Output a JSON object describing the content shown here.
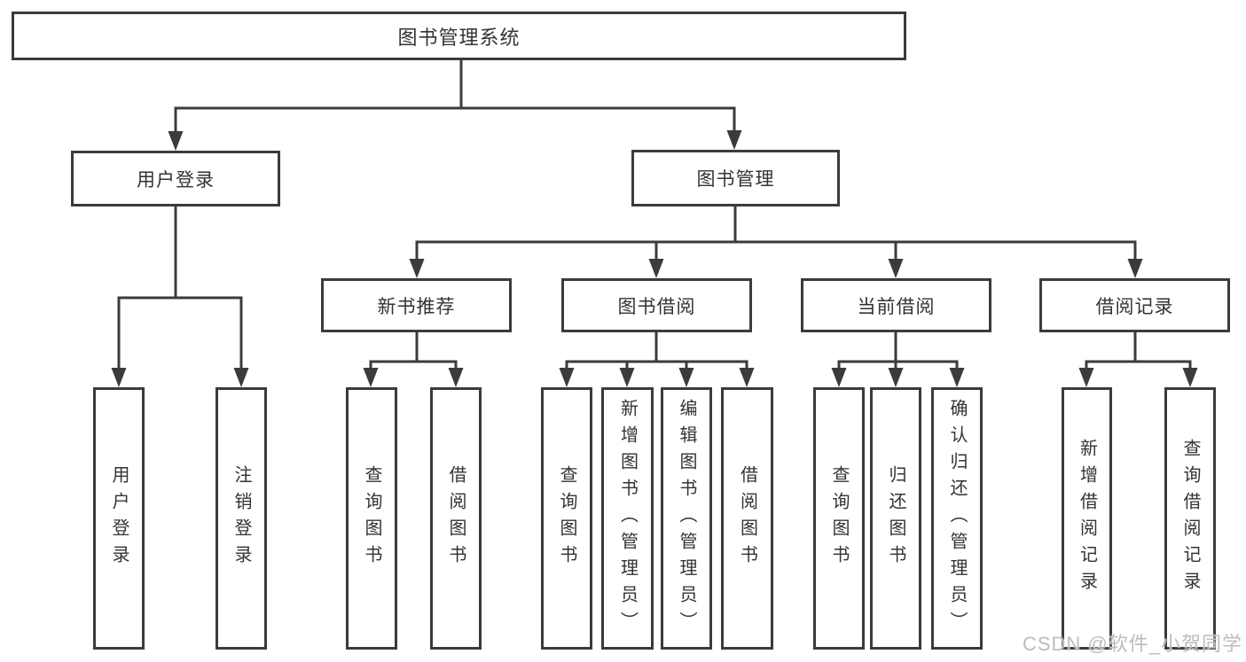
{
  "diagram": {
    "type": "hierarchy",
    "root": "图书管理系统",
    "branches": [
      {
        "label": "用户登录",
        "children": [
          {
            "label": "用户登录"
          },
          {
            "label": "注销登录"
          }
        ]
      },
      {
        "label": "图书管理",
        "children": [
          {
            "label": "新书推荐",
            "children": [
              {
                "label": "查询图书"
              },
              {
                "label": "借阅图书"
              }
            ]
          },
          {
            "label": "图书借阅",
            "children": [
              {
                "label": "查询图书"
              },
              {
                "label": "新增图书（管理员）"
              },
              {
                "label": "编辑图书（管理员）"
              },
              {
                "label": "借阅图书"
              }
            ]
          },
          {
            "label": "当前借阅",
            "children": [
              {
                "label": "查询图书"
              },
              {
                "label": "归还图书"
              },
              {
                "label": "确认归还（管理员）"
              }
            ]
          },
          {
            "label": "借阅记录",
            "children": [
              {
                "label": "新增借阅记录"
              },
              {
                "label": "查询借阅记录"
              }
            ]
          }
        ]
      }
    ]
  },
  "watermark": "CSDN @软件_小贺同学",
  "colors": {
    "line": "#3b3b3b",
    "text": "#333333",
    "background": "#ffffff",
    "watermark": "#bdbdbd"
  }
}
